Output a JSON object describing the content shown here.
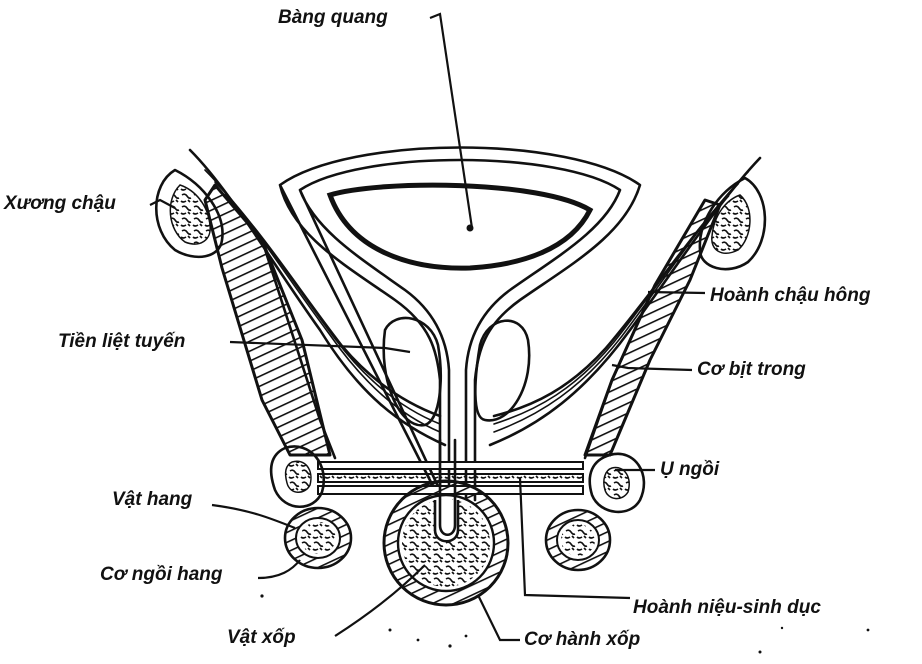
{
  "labels": {
    "bang_quang": "Bàng quang",
    "xuong_chau": "Xương chậu",
    "hoanh_chau_hong": "Hoành chậu hông",
    "tien_liet_tuyen": "Tiền liệt tuyến",
    "co_bit_trong": "Cơ bịt trong",
    "u_ngoi": "Ụ ngồi",
    "vat_hang": "Vật hang",
    "co_ngoi_hang": "Cơ ngồi hang",
    "hoanh_nieu_sinh_duc": "Hoành niệu-sinh dục",
    "vat_xop": "Vật xốp",
    "co_hanh_xop": "Cơ hành xốp"
  },
  "colors": {
    "ink": "#111111",
    "paper": "#ffffff"
  }
}
